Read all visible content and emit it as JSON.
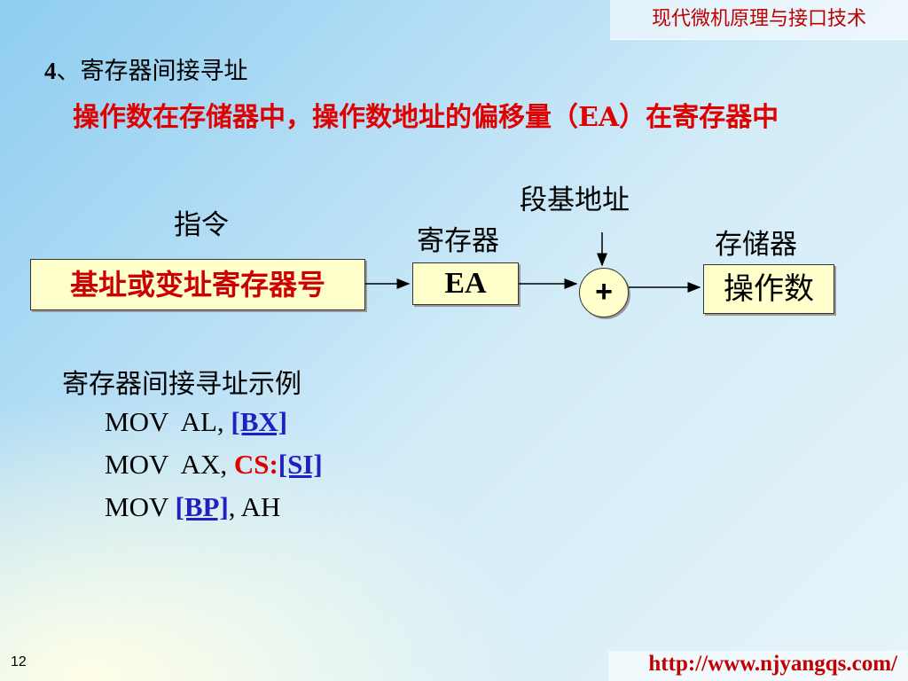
{
  "header": {
    "course_title": "现代微机原理与接口技术"
  },
  "section": {
    "number": "4",
    "sep": "、",
    "title": "寄存器间接寻址",
    "description": "操作数在存储器中，操作数地址的偏移量（EA）在寄存器中"
  },
  "diagram": {
    "instruction_label": "指令",
    "register_label": "寄存器",
    "segment_base_label": "段基地址",
    "memory_label": "存储器",
    "register_field": "基址或变址寄存器号",
    "ea_box": "EA",
    "adder": "+",
    "operand_box": "操作数"
  },
  "examples": {
    "title": "寄存器间接寻址示例",
    "line1": {
      "prefix": "MOV  AL, ",
      "operand": "[BX]"
    },
    "line2": {
      "prefix": "MOV  AX, ",
      "segment": "CS:",
      "operand": "[SI]"
    },
    "line3": {
      "prefix": "MOV ",
      "operand": "[BP]",
      "suffix": ", AH"
    }
  },
  "footer": {
    "page_number": "12",
    "url": "http://www.njyangqs.com/"
  },
  "colors": {
    "accent_red": "#e00000",
    "operand_blue": "#2020c0",
    "box_fill": "#ffffcc"
  }
}
